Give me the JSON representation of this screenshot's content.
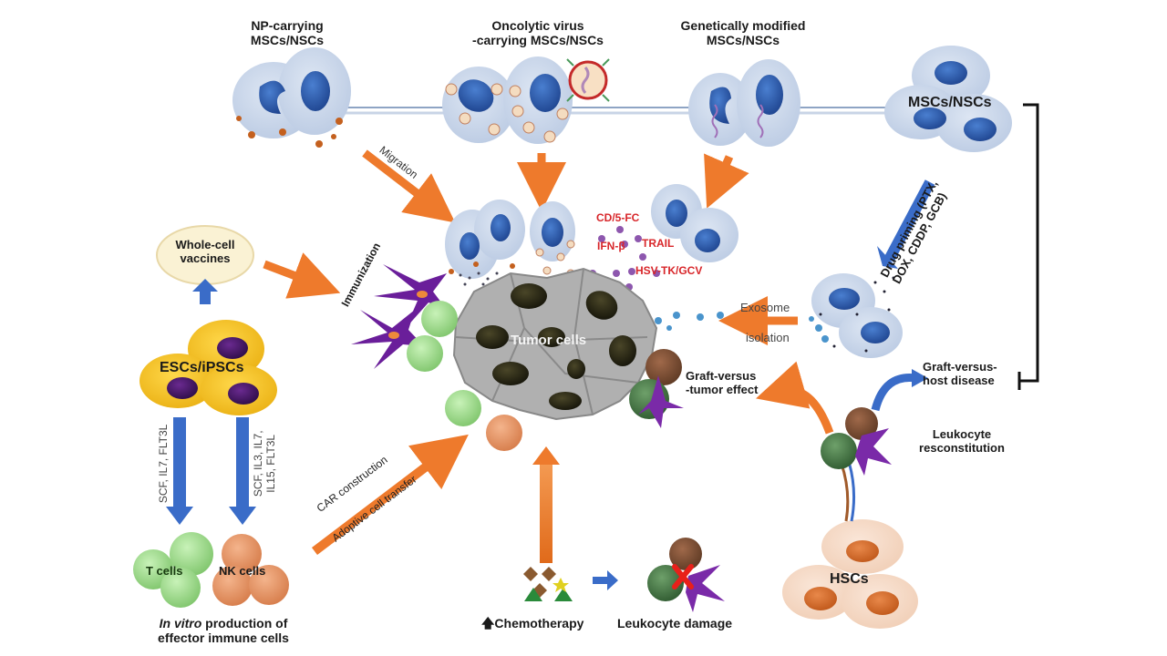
{
  "figure": {
    "title": "Stem cell-based cancer immunotherapy and therapy overview",
    "top_row": {
      "np_carrying": [
        "NP-carrying",
        "MSCs/NSCs"
      ],
      "oncolytic_virus": [
        "Oncolytic virus",
        "-carrying MSCs/NSCs"
      ],
      "genetically_modified": [
        "Genetically modified",
        "MSCs/NSCs"
      ],
      "mscs_nscs": "MSCs/NSCs"
    },
    "center": {
      "tumor_cells": "Tumor cells",
      "migration": "Migration",
      "prodrug_labels": [
        "CD/5-FC",
        "IFN-β",
        "TRAIL",
        "HSV-TK/GCV"
      ]
    },
    "right": {
      "drug_priming": [
        "Drug priming (PTX,",
        "DOX, CDDP, GCB)"
      ],
      "exosome": [
        "Exosome",
        "isolation"
      ],
      "gvhd": [
        "Graft-versus-",
        "host disease"
      ],
      "gvt": [
        "Graft-versus",
        "-tumor effect"
      ],
      "leukocyte_reconstitution": [
        "Leukocyte",
        "resconstitution"
      ],
      "hscs": "HSCs"
    },
    "left": {
      "vaccines": [
        "Whole-cell",
        "vaccines"
      ],
      "immunization": "Immunization",
      "escs": "ESCs/iPSCs",
      "t_factors": "SCF, IL7, FLT3L",
      "nk_factors": [
        "SCF, IL3, IL7,",
        "IL15,  FLT3L"
      ],
      "t_cells": "T cells",
      "nk_cells": "NK cells",
      "in_vitro_italic": "In vitro",
      "in_vitro_rest": " production of",
      "in_vitro_line2": "effector immune cells",
      "car": "CAR construction",
      "adoptive": "Adoptive cell transfer"
    },
    "bottom": {
      "chemotherapy": "Chemotherapy",
      "leukocyte_damage": "Leukocyte damage"
    },
    "colors": {
      "msc_cytoplasm": "#c9d6ea",
      "msc_nucleus": "#2f5cae",
      "orange_arrow": "#f07a2a",
      "blue_arrow": "#3a6cc8",
      "tumor_gray": "#a7a7a7",
      "tumor_nucleus": "#2c2a18",
      "esc_yellow": "#f5c21b",
      "esc_nucleus": "#4a1a6a",
      "t_cell_green": "#9fdc8c",
      "nk_orange": "#e89a6a",
      "hsc_peach": "#f6d8c4",
      "hsc_nucleus": "#d8702c",
      "dendritic_purple": "#6a1e9a",
      "red_label": "#d8262a"
    }
  }
}
